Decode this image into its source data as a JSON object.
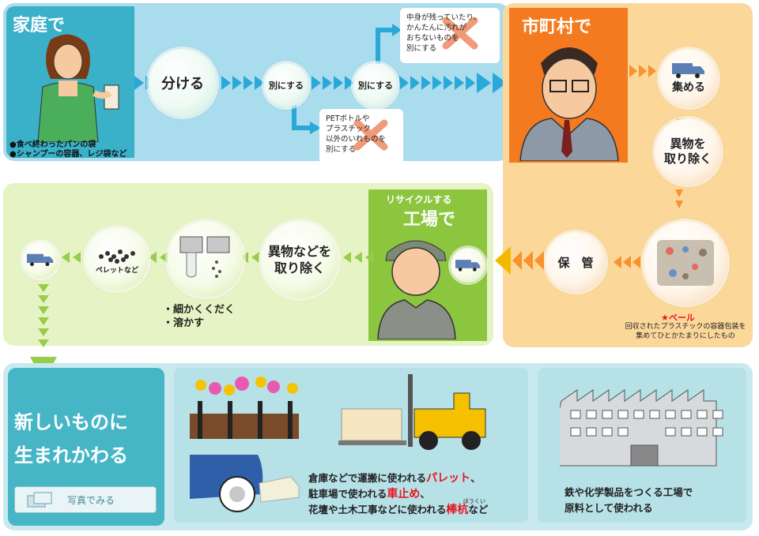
{
  "home": {
    "title": "家庭で",
    "caption": [
      "●食べ終わったパンの袋",
      "●シャンプーの容器、レジ袋など"
    ],
    "step_separate": "分ける",
    "step_sort1": "別にする",
    "step_sort2": "別にする",
    "note_dirty": [
      "中身が残っていたり、",
      "かんたんに汚れが",
      "おちないものを",
      "別にする"
    ],
    "note_other": [
      "PETボトルや",
      "プラスチック",
      "以外のいれものを",
      "別にする"
    ]
  },
  "city": {
    "title": "市町村で",
    "step_collect": "集める",
    "step_remove": [
      "異物を",
      "取り除く"
    ],
    "step_store": "保　管",
    "bale_label": "★ベール",
    "bale_desc": [
      "回収されたプラスチックの容器包装を",
      "集めてひとかたまりにしたもの"
    ]
  },
  "factory": {
    "title_small": "リサイクルする",
    "title_big": "工場で",
    "step_remove": [
      "異物などを",
      "取り除く"
    ],
    "process_list": [
      "・細かくくだく",
      "・溶かす"
    ],
    "pellet_label": "ペレットなど"
  },
  "reborn": {
    "title": [
      "新しいものに",
      "生まれかわる"
    ],
    "photo_button": "写真でみる"
  },
  "uses": {
    "line1_prefix": "倉庫などで運搬に使われる",
    "line1_highlight": "パレット",
    "line1_suffix": "、",
    "line2_prefix": "駐車場で使われる",
    "line2_highlight": "車止め",
    "line2_suffix": "、",
    "line3_prefix": "花壇や土木工事などに使われる",
    "line3_highlight": "棒杭",
    "line3_suffix": "など",
    "ruby": "ぼうくい",
    "steel": [
      "鉄や化学製品をつくる工場で",
      "原料として使われる"
    ]
  },
  "colors": {
    "home_panel": "#a9dcec",
    "city_panel": "#fbd89a",
    "factory_panel": "#e6f3c4",
    "reborn_panel": "#bde6eb",
    "home_title_bg": "#3bb0c9",
    "city_title_bg": "#f47a1f",
    "factory_title_bg": "#8cc63f",
    "reborn_title_bg": "#46b6c6",
    "highlight": "#e8141e"
  }
}
